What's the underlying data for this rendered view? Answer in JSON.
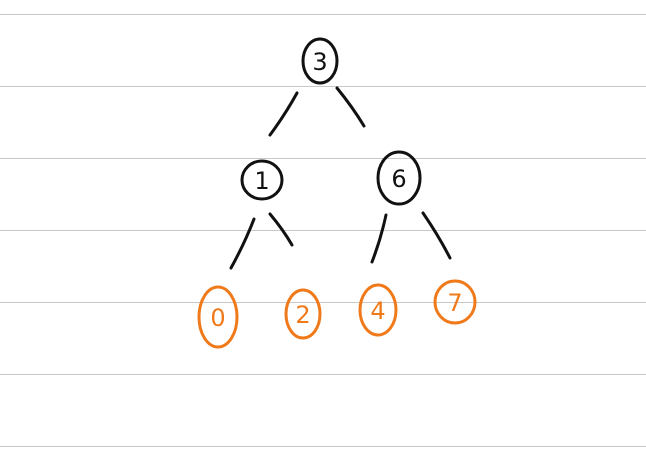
{
  "diagram": {
    "type": "binary-tree",
    "colors": {
      "ink": "#111111",
      "leaf": "#f07a1a",
      "rule": "#c8c8c8",
      "background": "#ffffff"
    },
    "nodes": [
      {
        "id": "n3",
        "label": "3",
        "color": "ink"
      },
      {
        "id": "n1",
        "label": "1",
        "color": "ink"
      },
      {
        "id": "n6",
        "label": "6",
        "color": "ink"
      },
      {
        "id": "n0",
        "label": "0",
        "color": "leaf"
      },
      {
        "id": "n2",
        "label": "2",
        "color": "leaf"
      },
      {
        "id": "n4",
        "label": "4",
        "color": "leaf"
      },
      {
        "id": "n7",
        "label": "7",
        "color": "leaf"
      }
    ],
    "edges": [
      {
        "from": "n3",
        "to": "n1"
      },
      {
        "from": "n3",
        "to": "n6"
      },
      {
        "from": "n1",
        "to": "n0"
      },
      {
        "from": "n1",
        "to": "n2"
      },
      {
        "from": "n6",
        "to": "n4"
      },
      {
        "from": "n6",
        "to": "n7"
      }
    ]
  }
}
